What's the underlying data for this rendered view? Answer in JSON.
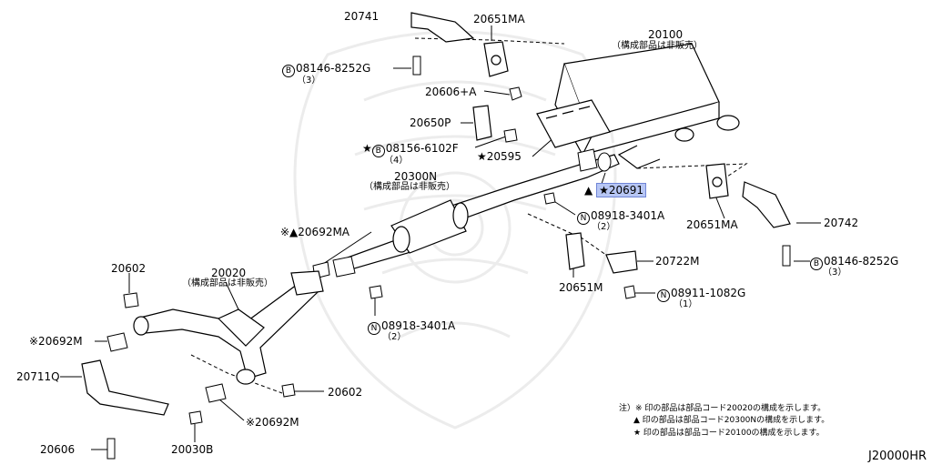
{
  "labels": {
    "p20741": "20741",
    "p20651ma_top": "20651MA",
    "p20100": "20100",
    "p20100_sub": "（構成部品は非販売）",
    "p08146_top_code": "08146-8252G",
    "p08146_top_circle": "B",
    "p08146_top_qty": "（3）",
    "p20606a": "20606+A",
    "p20650p": "20650P",
    "p08156_code": "08156-6102F",
    "p08156_circle": "B",
    "p08156_prefix": "★",
    "p08156_qty": "（4）",
    "p20595": "★20595",
    "p20300n": "20300N",
    "p20300n_sub": "（構成部品は非販売）",
    "p20691_prefix": "▲",
    "p20691": "★20691",
    "p08918_top_code": "08918-3401A",
    "p08918_top_circle": "N",
    "p08918_top_qty": "（2）",
    "p20651ma_right": "20651MA",
    "p20742": "20742",
    "p08146_right_code": "08146-8252G",
    "p08146_right_circle": "B",
    "p08146_right_qty": "（3）",
    "p20692ma": "※▲20692MA",
    "p20722m": "20722M",
    "p20602_left": "20602",
    "p20020": "20020",
    "p20020_sub": "（構成部品は非販売）",
    "p20651m": "20651M",
    "p08911_code": "08911-1082G",
    "p08911_circle": "N",
    "p08911_qty": "（1）",
    "p08918_mid_code": "08918-3401A",
    "p08918_mid_circle": "N",
    "p08918_mid_qty": "（2）",
    "p20692m_left": "※20692M",
    "p20711q": "20711Q",
    "p20602_bottom": "20602",
    "p20692m_bottom": "※20692M",
    "p20606": "20606",
    "p20030b": "20030B"
  },
  "notes": [
    "注）※ 印の部品は部品コード20020の構成を示します。",
    "▲ 印の部品は部品コード20300Nの構成を示します。",
    "★ 印の部品は部品コード20100の構成を示します。"
  ],
  "diagram_code": "J20000HR",
  "colors": {
    "highlight": "#b7c6f4",
    "ink": "#000000",
    "watermark": "#ebebeb"
  }
}
